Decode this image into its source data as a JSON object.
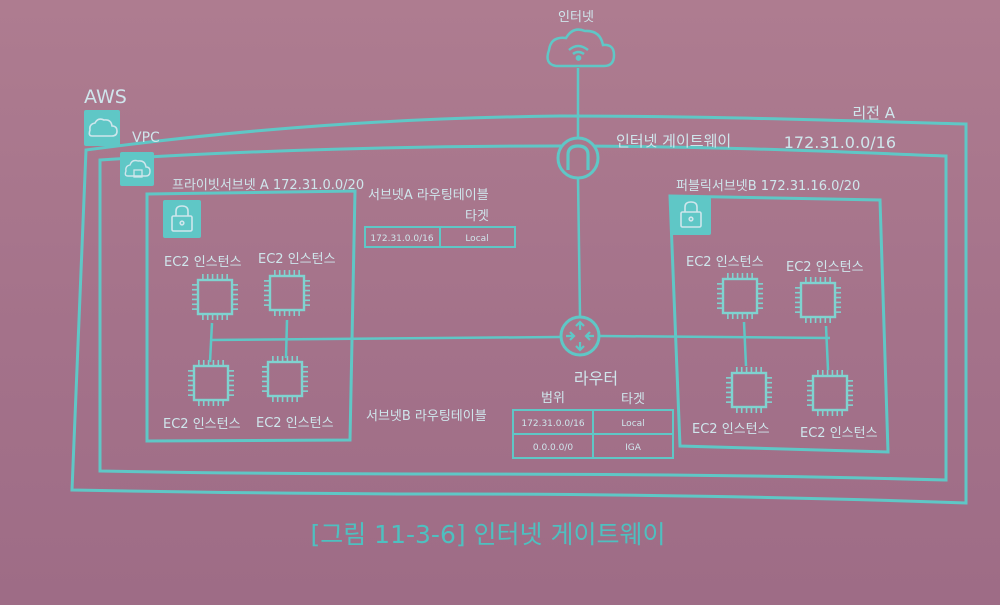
{
  "colors": {
    "background": "#a9778c",
    "line": "#5fc7c6",
    "chip": "#7fd3d0",
    "text": "#cfe6ec"
  },
  "internet": {
    "label": "인터넷",
    "icon": "cloud-wifi-icon"
  },
  "aws": {
    "label": "AWS",
    "icon": "cloud-icon"
  },
  "region": {
    "label": "리전 A"
  },
  "vpc": {
    "label": "VPC",
    "icon": "cloud-lock-icon"
  },
  "igw": {
    "label": "인터넷 게이트웨이",
    "cidr": "172.31.0.0/16",
    "icon": "gateway-icon"
  },
  "private_subnet": {
    "title": "프라이빗서브넷 A  172.31.0.0/20",
    "instance_labels": [
      "EC2 인스턴스",
      "EC2 인스턴스",
      "EC2 인스턴스",
      "EC2 인스턴스"
    ]
  },
  "public_subnet": {
    "title": "퍼블릭서브넷B  172.31.16.0/20",
    "instance_labels": [
      "EC2 인스턴스",
      "EC2 인스턴스",
      "EC2 인스턴스",
      "EC2 인스턴스"
    ]
  },
  "route_table_a": {
    "title": "서브넷A 라우팅테이블",
    "target_header": "타겟",
    "rows": [
      {
        "range": "172.31.0.0/16",
        "target": "Local"
      }
    ]
  },
  "router": {
    "label": "라우터",
    "icon": "router-icon"
  },
  "route_table_b": {
    "title": "서브넷B 라우팅테이블",
    "range_header": "범위",
    "target_header": "타겟",
    "rows": [
      {
        "range": "172.31.0.0/16",
        "target": "Local"
      },
      {
        "range": "0.0.0.0/0",
        "target": "IGA"
      }
    ]
  },
  "caption": "[그림 11-3-6] 인터넷 게이트웨이"
}
